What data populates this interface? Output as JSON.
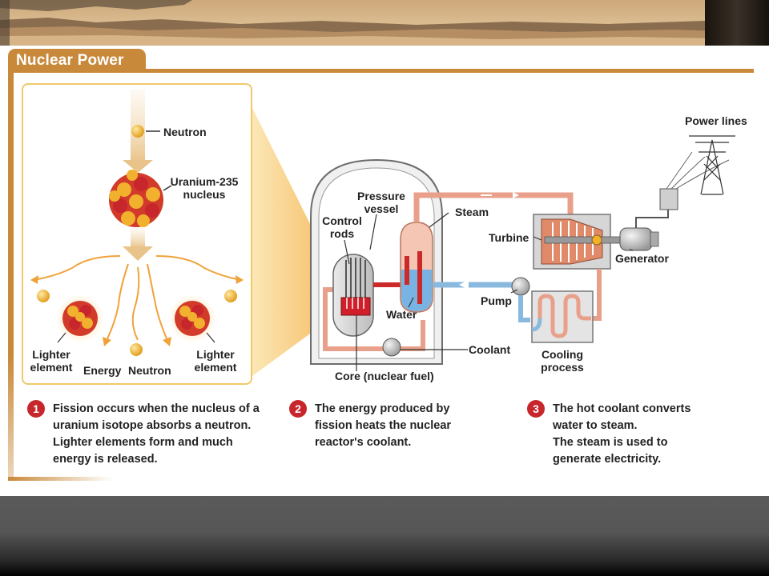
{
  "title": "Nuclear Power",
  "colors": {
    "frame": "#c8893a",
    "step_badge": "#c6262c",
    "steam_loop": "#e8a08a",
    "water_loop": "#8ab9df",
    "core": "#d01f2a"
  },
  "panel1": {
    "labels": {
      "neutron_top": "Neutron",
      "uranium": [
        "Uranium-235",
        "nucleus"
      ],
      "lighter_left": [
        "Lighter",
        "element"
      ],
      "energy": "Energy",
      "neutron_bottom": "Neutron",
      "lighter_right": [
        "Lighter",
        "element"
      ]
    }
  },
  "reactor": {
    "labels": {
      "pressure_vessel": [
        "Pressure",
        "vessel"
      ],
      "control_rods": [
        "Control",
        "rods"
      ],
      "steam": "Steam",
      "water": "Water",
      "pump": "Pump",
      "coolant": "Coolant",
      "core": "Core (nuclear fuel)",
      "turbine": "Turbine",
      "generator": "Generator",
      "power_lines": "Power lines",
      "cooling": [
        "Cooling",
        "process"
      ]
    }
  },
  "steps": [
    {
      "number": "1",
      "lines": [
        "Fission occurs when the nucleus of a",
        "uranium isotope absorbs a neutron.",
        "Lighter elements form and much",
        "energy is released."
      ]
    },
    {
      "number": "2",
      "lines": [
        "The energy produced by",
        "fission heats the nuclear",
        "reactor's coolant."
      ]
    },
    {
      "number": "3",
      "lines": [
        "The hot coolant converts",
        "water to steam.",
        "The steam is used to",
        "generate electricity."
      ]
    }
  ]
}
